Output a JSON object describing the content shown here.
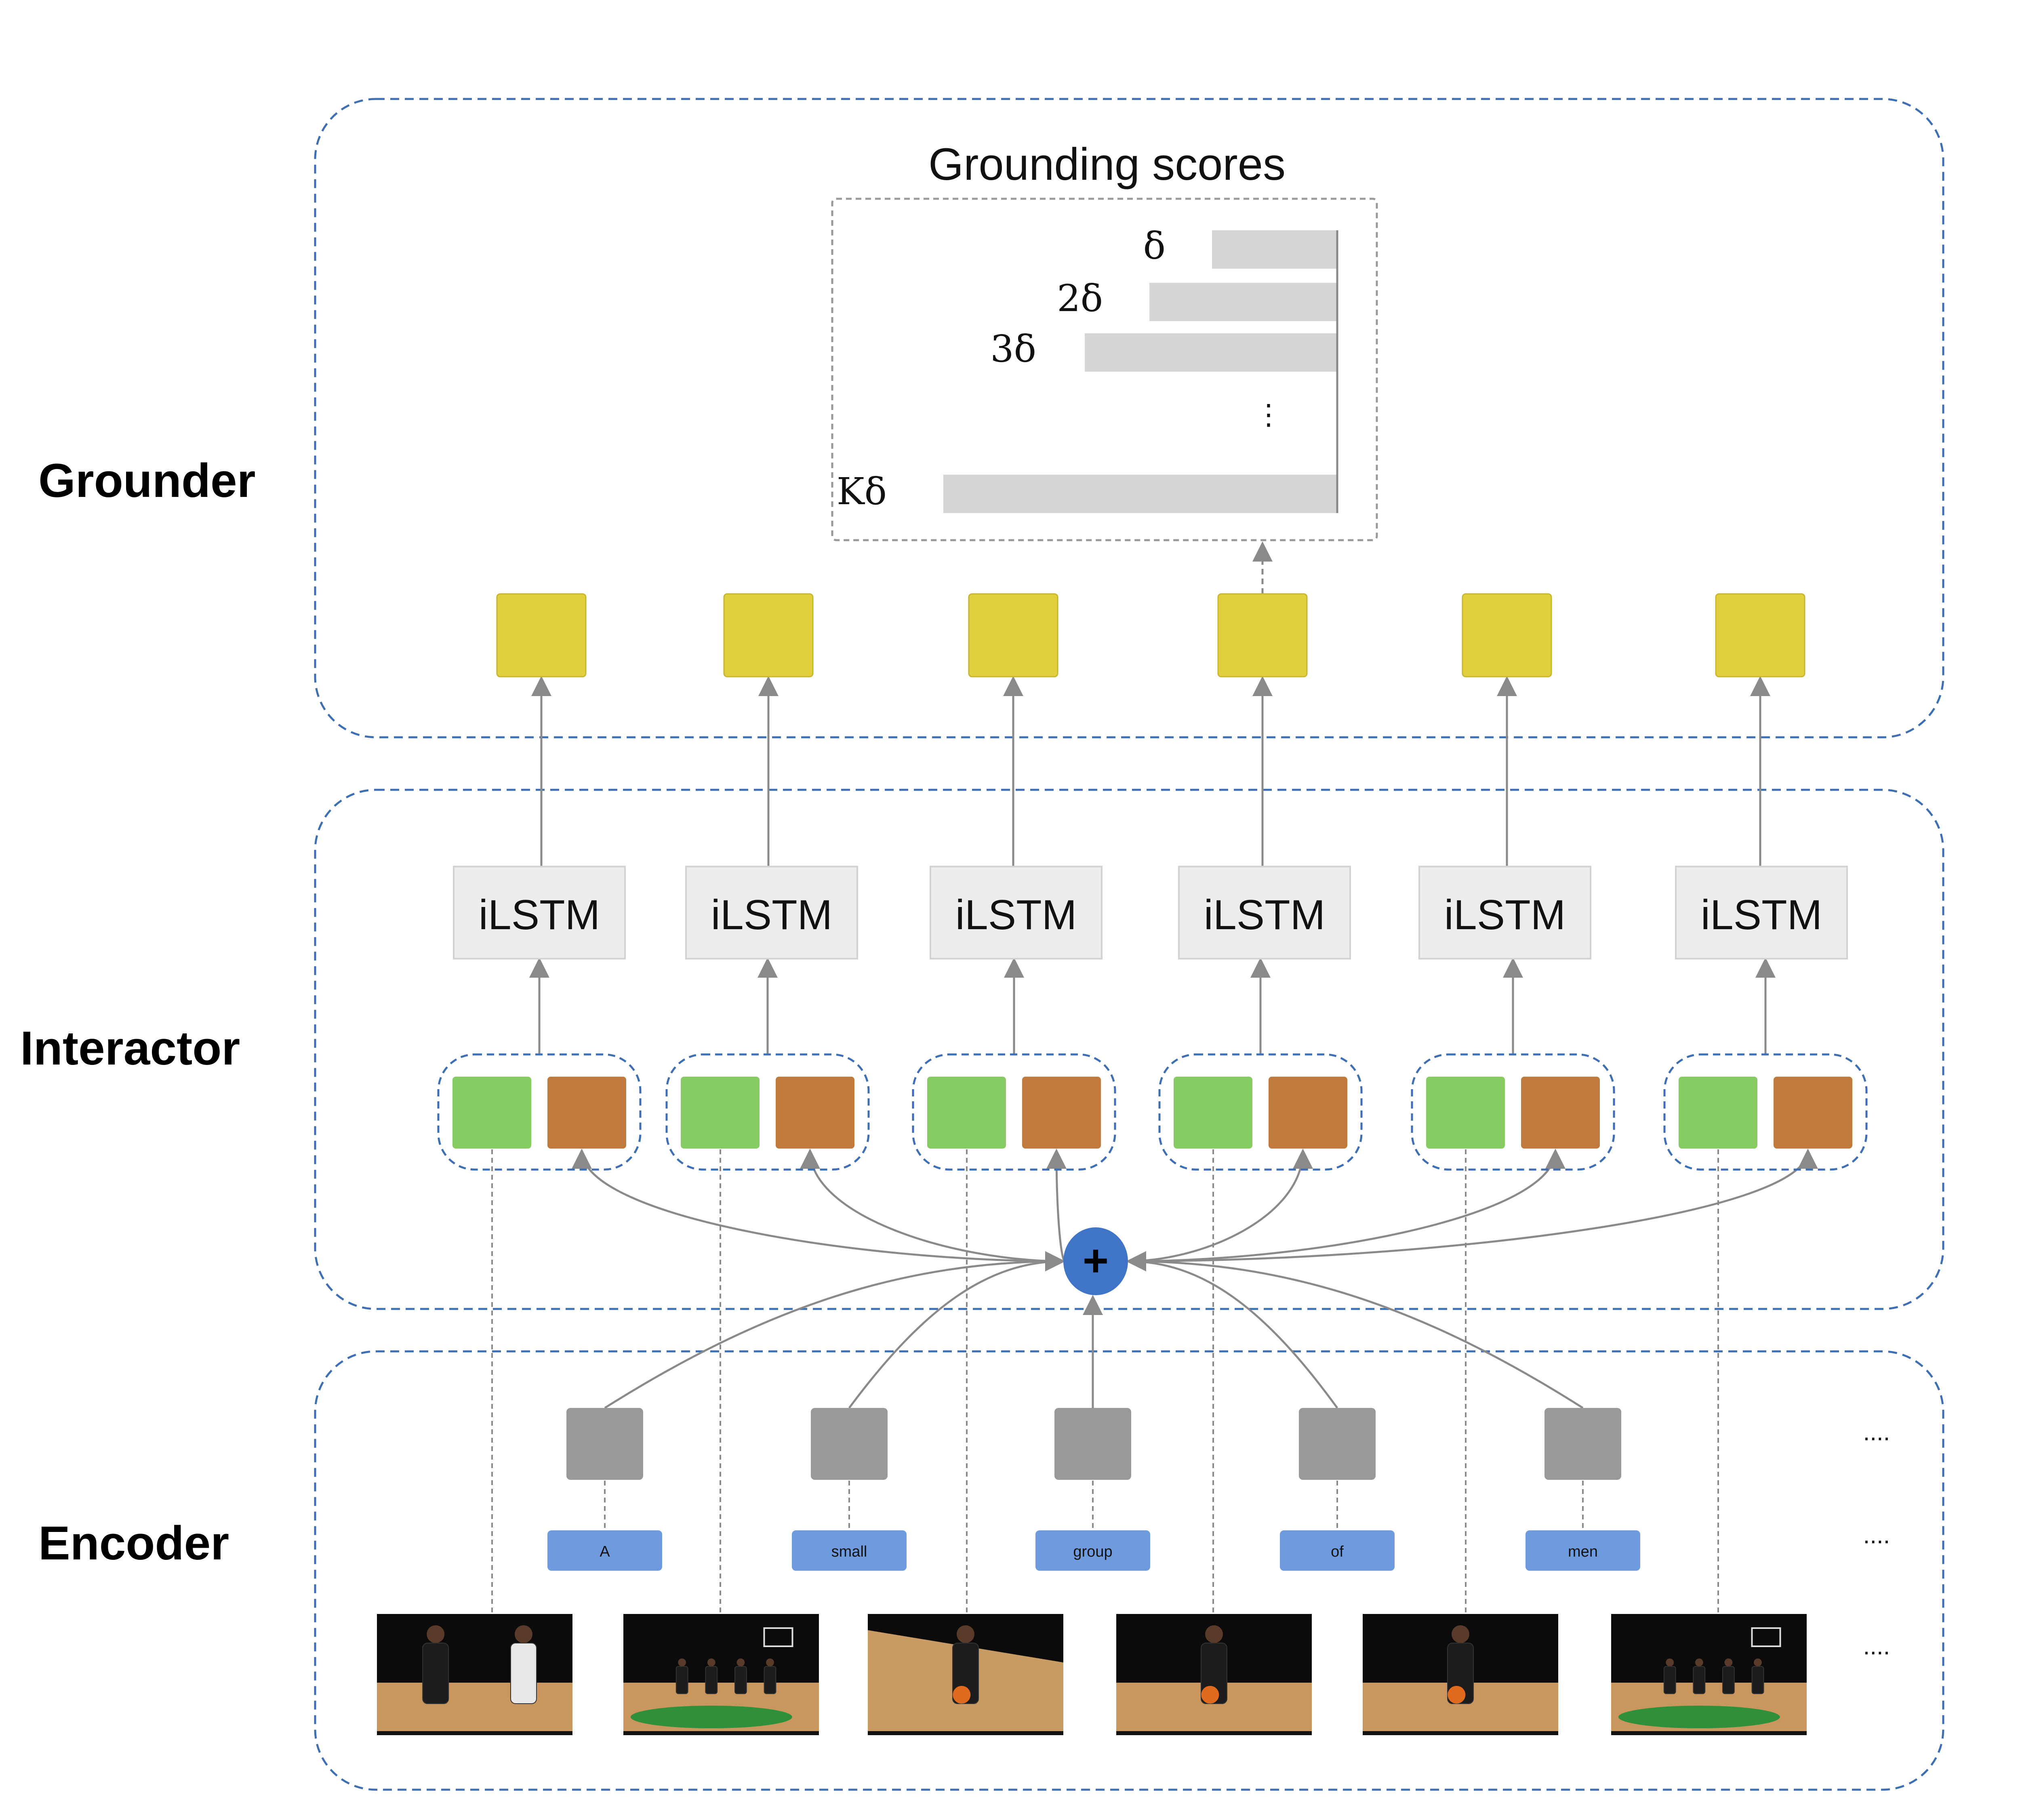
{
  "sections": {
    "grounder": "Grounder",
    "interactor": "Interactor",
    "encoder": "Encoder"
  },
  "grounding": {
    "title": "Grounding scores",
    "scales": [
      "δ",
      "2δ",
      "3δ",
      "⋮",
      "Kδ"
    ]
  },
  "ilstm_label": "iLSTM",
  "sum_symbol": "+",
  "words": [
    "A",
    "small",
    "group",
    "of",
    "men"
  ],
  "ellipsis": "....",
  "colors": {
    "grounder_cell": "#E2CF3E",
    "ilstm_box": "#EDEDED",
    "green_feature": "#86CC62",
    "brown_feature": "#C07A3E",
    "sum_node": "#3F74C6",
    "word_embedding": "#999999",
    "word_token": "#6E9BDE",
    "dashed_border": "#3E6FB3",
    "score_bar": "#D6D6D6",
    "arrow": "#8A8A8A"
  },
  "icons": {
    "video_frame": "basketball-frame-icon"
  }
}
